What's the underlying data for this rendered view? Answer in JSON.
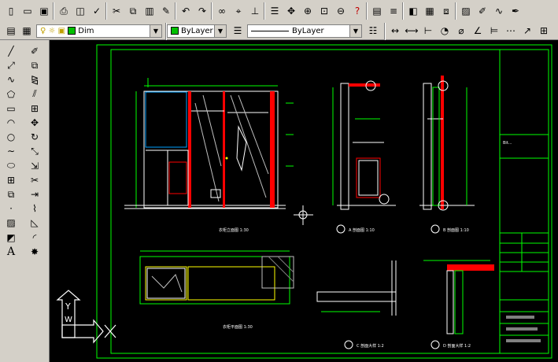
{
  "toolbar": {
    "row1_icons": [
      "new-icon",
      "open-icon",
      "save-icon",
      "print-icon",
      "preview-icon",
      "spell-icon",
      "cut-icon",
      "copy-icon",
      "paste-icon",
      "match-icon",
      "undo-icon",
      "redo-icon",
      "link-icon",
      "snap-icon",
      "ucs-icon",
      "properties-icon",
      "pan-icon",
      "zoom-realtime-icon",
      "zoom-window-icon",
      "zoom-previous-icon",
      "help-icon",
      "sheet-icon",
      "layers-icon",
      "color-icon",
      "block-icon",
      "xref-icon",
      "hatch-icon",
      "edit-icon",
      "polyline-icon",
      "pen-icon"
    ],
    "layer": {
      "name": "Dim"
    },
    "color_combo": {
      "value": "ByLayer"
    },
    "linetype_combo": {
      "value": "ByLayer"
    },
    "row2_right_icons": [
      "dim-linear-icon",
      "dim-aligned-icon",
      "dim-ordinate-icon",
      "dim-radius-icon",
      "dim-diameter-icon",
      "dim-angular-icon",
      "dim-baseline-icon",
      "dim-continue-icon",
      "leader-icon",
      "tolerance-icon"
    ]
  },
  "draw_tools": [
    "line-icon",
    "construction-line-icon",
    "polyline-icon",
    "polygon-icon",
    "rectangle-icon",
    "arc-icon",
    "circle-icon",
    "spline-icon",
    "ellipse-icon",
    "insert-block-icon",
    "make-block-icon",
    "point-icon",
    "hatch-icon",
    "region-icon",
    "multiline-text-icon"
  ],
  "modify_tools": [
    "erase-icon",
    "copy-object-icon",
    "mirror-icon",
    "offset-icon",
    "array-icon",
    "move-icon",
    "rotate-icon",
    "scale-icon",
    "stretch-icon",
    "trim-icon",
    "extend-icon",
    "break-icon",
    "chamfer-icon",
    "fillet-icon",
    "explode-icon"
  ],
  "drawing": {
    "views": [
      {
        "label": "衣柜立面图 1:30"
      },
      {
        "label": "A 剖面图 1:10"
      },
      {
        "label": "B 剖面图 1:10"
      },
      {
        "label": "衣柜平面图 1:30"
      },
      {
        "label": "C 剖面大样 1:2"
      },
      {
        "label": "D 剖面大样 1:2"
      }
    ],
    "ucs_x": "X",
    "ucs_y": "Y",
    "ucs_w": "W"
  },
  "colors": {
    "canvas": "#000000",
    "frame": "#00ff00",
    "line": "#ffffff",
    "wall": "#ff0000",
    "dim": "#00ff00",
    "cabinet": "#ffff00"
  }
}
